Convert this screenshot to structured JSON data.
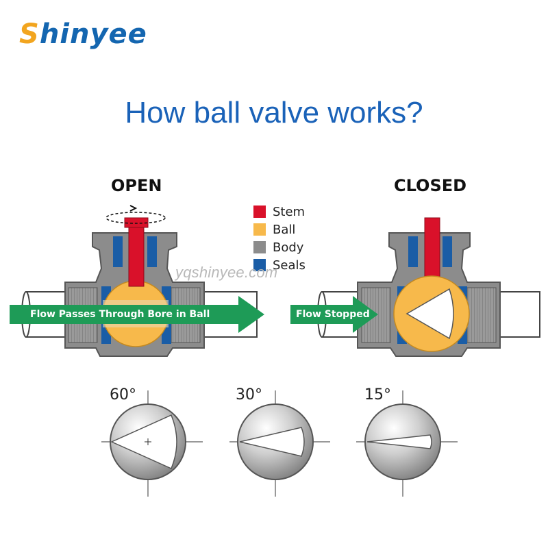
{
  "brand": {
    "logo_first": "S",
    "logo_rest": "hinyee"
  },
  "title": "How ball valve works?",
  "states": {
    "open": "OPEN",
    "closed": "CLOSED"
  },
  "legend": [
    {
      "label": "Stem",
      "color": "#d9112a"
    },
    {
      "label": "Ball",
      "color": "#f7b94b"
    },
    {
      "label": "Body",
      "color": "#8c8c8c"
    },
    {
      "label": "Seals",
      "color": "#1a5da6"
    }
  ],
  "watermark": "yqshinyee.com",
  "flow": {
    "open": "Flow  Passes Through Bore in Ball",
    "closed": "Flow  Stopped"
  },
  "angles": [
    "60°",
    "30°",
    "15°"
  ],
  "colors": {
    "title": "#1a62b8",
    "arrow": "#1e9b57",
    "logo_blue": "#1466b0",
    "logo_orange": "#f2a51f"
  }
}
